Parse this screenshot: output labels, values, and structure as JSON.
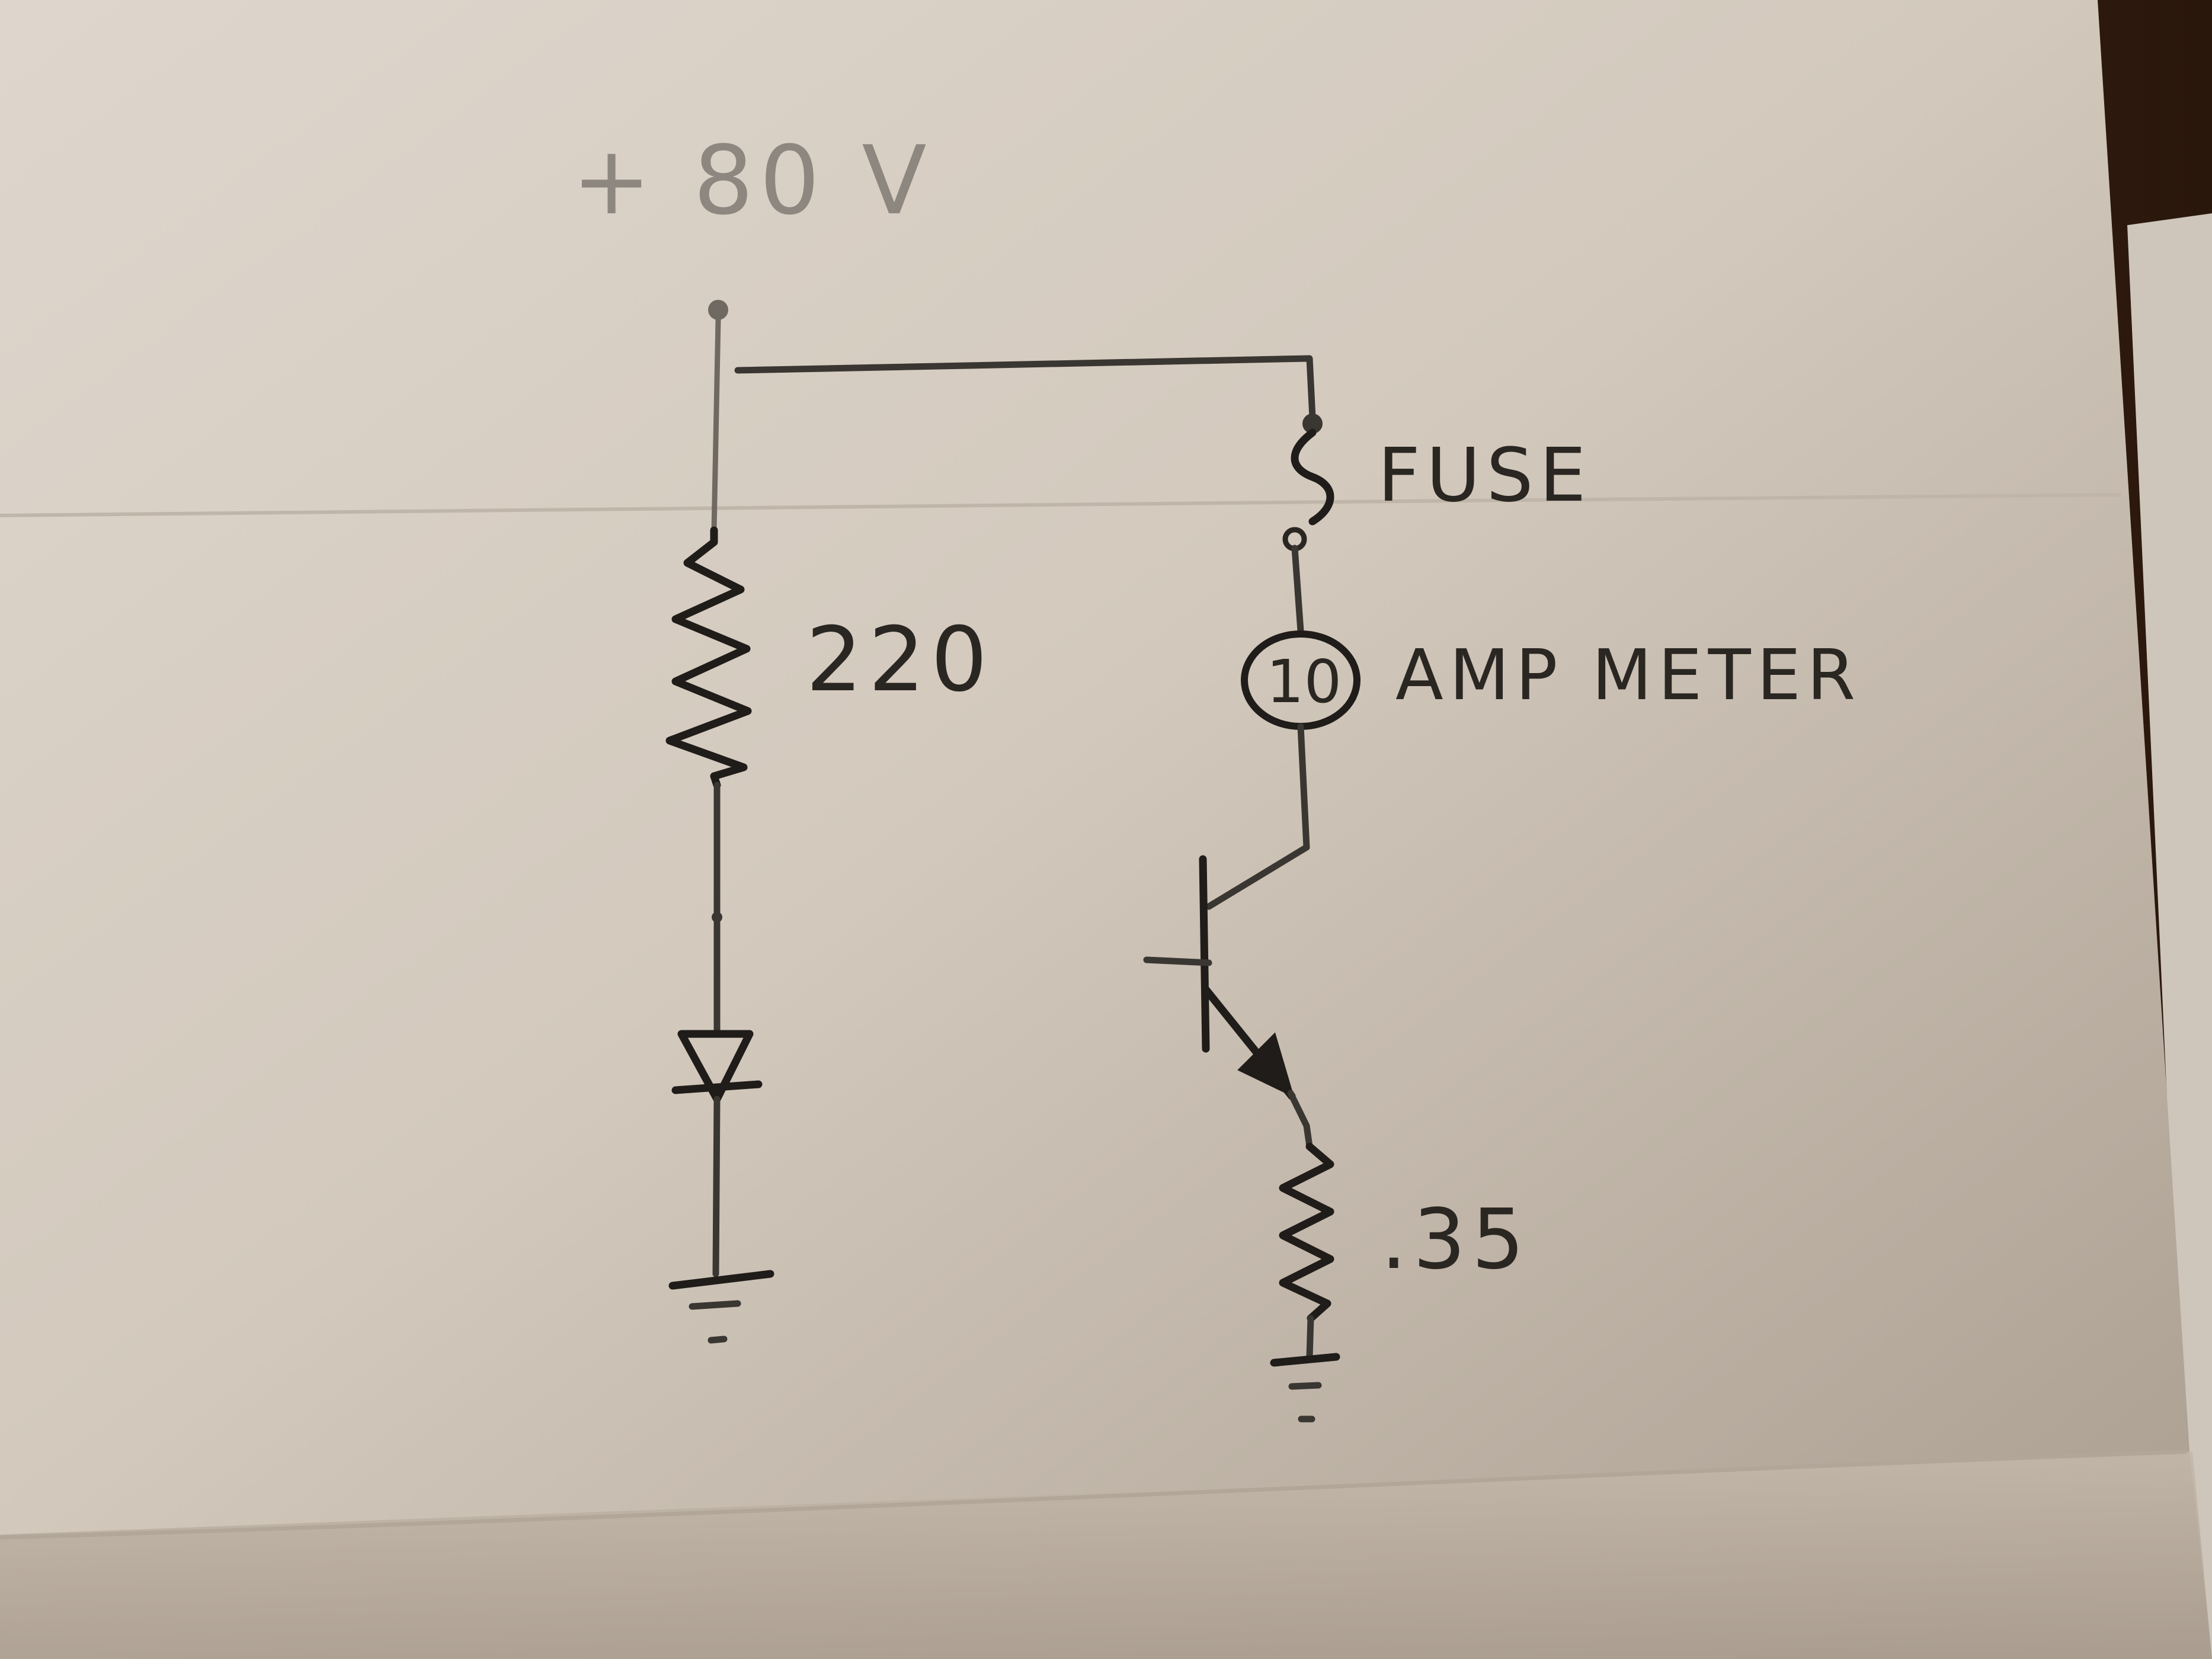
{
  "schematic": {
    "supply_label": "+ 80  V",
    "resistor_1_value": "220",
    "fuse_label": "FUSE",
    "meter_value": "10",
    "meter_label": "AMP  METER",
    "resistor_2_value": ".35"
  }
}
